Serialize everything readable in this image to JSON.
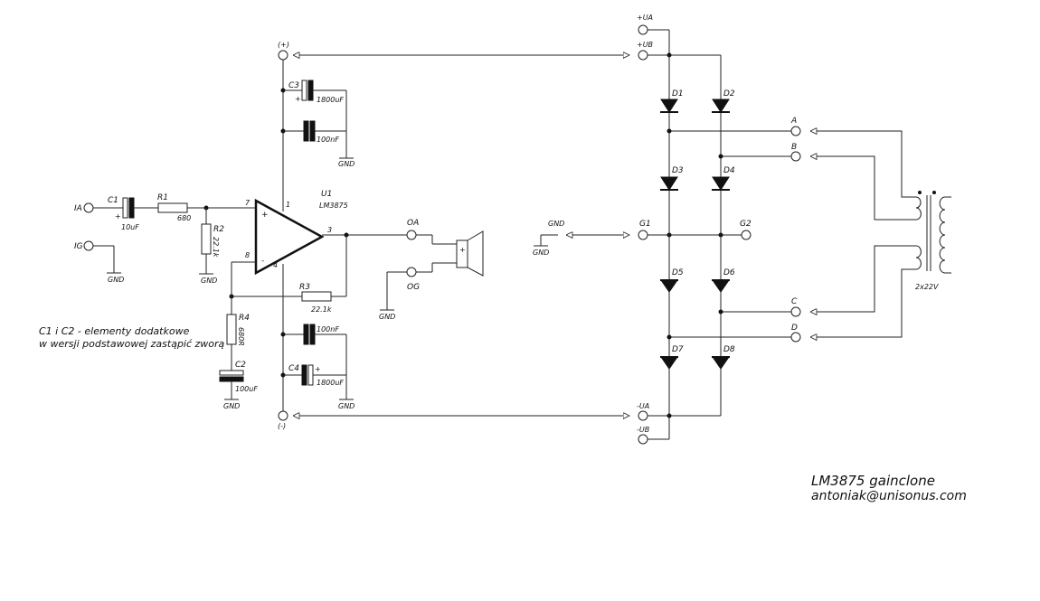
{
  "title": "LM3875 gainclone",
  "author": "antoniak@unisonus.com",
  "note": [
    "C1 i C2 - elementy dodatkowe",
    "w wersji podstawowej zastąpić zworą"
  ],
  "opamp": {
    "ref": "U1",
    "part": "LM3875",
    "pin_in_plus": "7",
    "pin_in_minus": "8",
    "pin_out": "3",
    "pin_vplus": "1",
    "pin_vminus": "4",
    "sign_plus": "+",
    "sign_minus": "-"
  },
  "components": {
    "C1": {
      "ref": "C1",
      "value": "10uF",
      "sign": "+"
    },
    "R1": {
      "ref": "R1",
      "value": "680"
    },
    "R2": {
      "ref": "R2",
      "value": "22.1k"
    },
    "R3": {
      "ref": "R3",
      "value": "22.1k"
    },
    "R4": {
      "ref": "R4",
      "value": "680R"
    },
    "C2": {
      "ref": "C2",
      "value": "100uF"
    },
    "C3": {
      "ref": "C3",
      "value": "1800uF",
      "sign": "+"
    },
    "C3b": {
      "value": "100nF"
    },
    "C4b": {
      "value": "100nF"
    },
    "C4": {
      "ref": "C4",
      "value": "1800uF",
      "sign": "+"
    }
  },
  "terminals": {
    "ia": "IA",
    "ig": "IG",
    "oa": "OA",
    "og": "OG",
    "vplus": "(+)",
    "vminus": "(-)",
    "ua_plus": "+UA",
    "ub_plus": "+UB",
    "ua_minus": "-UA",
    "ub_minus": "-UB",
    "g1": "G1",
    "g2": "G2",
    "gnd_in": "GND",
    "a": "A",
    "b": "B",
    "c": "C",
    "d": "D"
  },
  "gnd": "GND",
  "speaker_sign": "+",
  "diodes": [
    "D1",
    "D2",
    "D3",
    "D4",
    "D5",
    "D6",
    "D7",
    "D8"
  ],
  "transformer": "2x22V"
}
